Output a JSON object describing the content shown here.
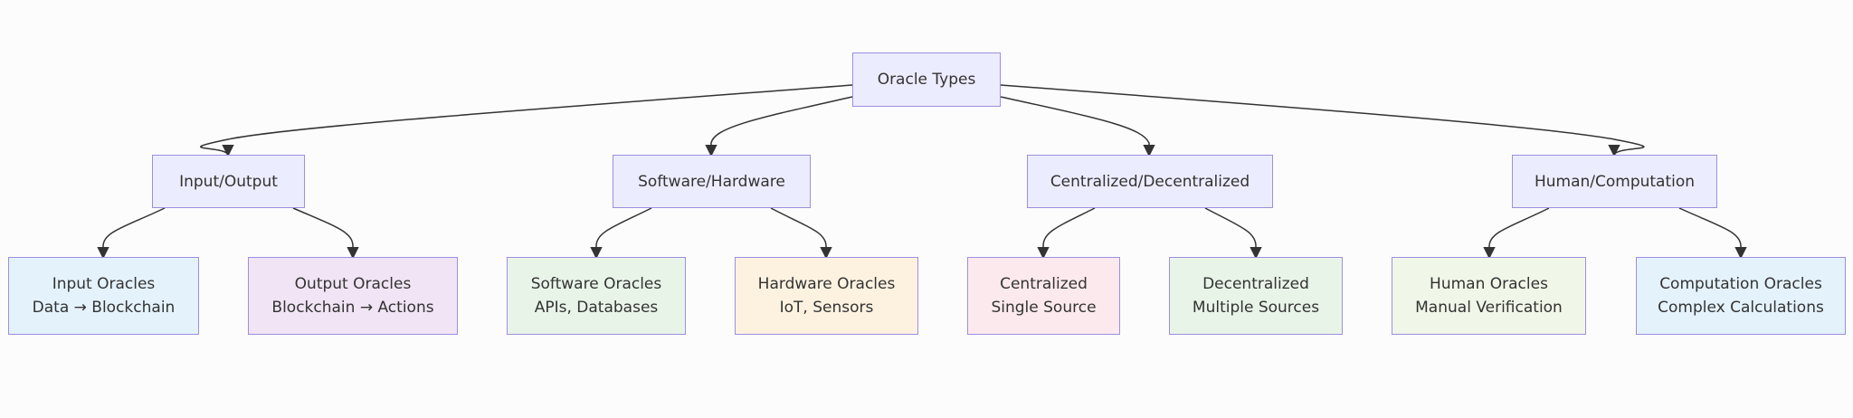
{
  "root": {
    "label": "Oracle Types"
  },
  "categories": [
    {
      "label": "Input/Output"
    },
    {
      "label": "Software/Hardware"
    },
    {
      "label": "Centralized/Decentralized"
    },
    {
      "label": "Human/Computation"
    }
  ],
  "leaves": [
    {
      "title": "Input Oracles",
      "subtitle": "Data → Blockchain",
      "fill": "#e4f2fc"
    },
    {
      "title": "Output Oracles",
      "subtitle": "Blockchain → Actions",
      "fill": "#f1e4f4"
    },
    {
      "title": "Software Oracles",
      "subtitle": "APIs, Databases",
      "fill": "#e9f4e9"
    },
    {
      "title": "Hardware Oracles",
      "subtitle": "IoT, Sensors",
      "fill": "#fdf2e0"
    },
    {
      "title": "Centralized",
      "subtitle": "Single Source",
      "fill": "#fce9ee"
    },
    {
      "title": "Decentralized",
      "subtitle": "Multiple Sources",
      "fill": "#e9f4e9"
    },
    {
      "title": "Human Oracles",
      "subtitle": "Manual Verification",
      "fill": "#f0f6e8"
    },
    {
      "title": "Computation Oracles",
      "subtitle": "Complex Calculations",
      "fill": "#e4f2fc"
    }
  ],
  "colors": {
    "node_border": "#9c8fe0",
    "edge": "#333333",
    "category_fill": "#ececff"
  }
}
